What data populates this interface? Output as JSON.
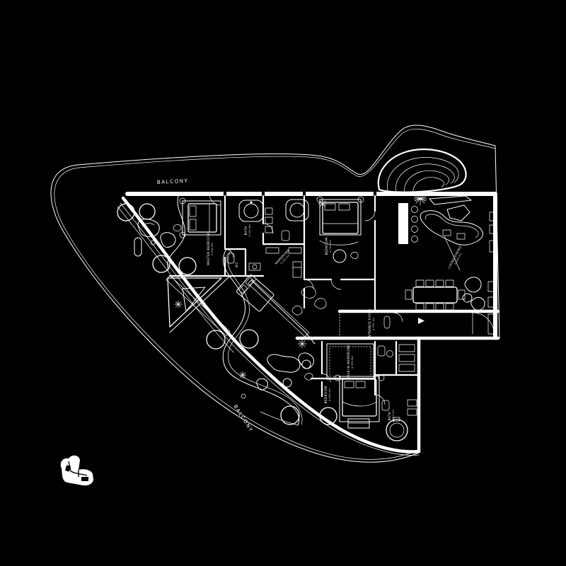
{
  "plan": {
    "type": "architectural-floor-plan",
    "style": "white line drawing on black",
    "colors": {
      "background": "#000000",
      "line": "#ffffff"
    },
    "balcony_top_label": "BALCONY",
    "balcony_bottom_label": "BALCONY",
    "rooms": [
      {
        "name": "MASTER BEDROOM",
        "dims": "5.2X4.6m"
      },
      {
        "name": "BATH",
        "dims": "3.1X2.4m"
      },
      {
        "name": "WARDROBE",
        "dims": "4.2X2.3m"
      },
      {
        "name": "BEDROOM",
        "dims": "4.7X4.3m"
      },
      {
        "name": "LIVING/DINING",
        "dims": "9.8X6.4m"
      },
      {
        "name": "ENTRANCE FOYER",
        "dims": "4.3X2.1m"
      },
      {
        "name": "WALK-IN WARDROBE",
        "dims": "4.3X3.6m"
      },
      {
        "name": "BEDROOM",
        "dims": "4.6X4.2m"
      },
      {
        "name": "BATH",
        "dims": "4.1X2.2m"
      },
      {
        "name": "WC",
        "dims": ""
      }
    ]
  }
}
